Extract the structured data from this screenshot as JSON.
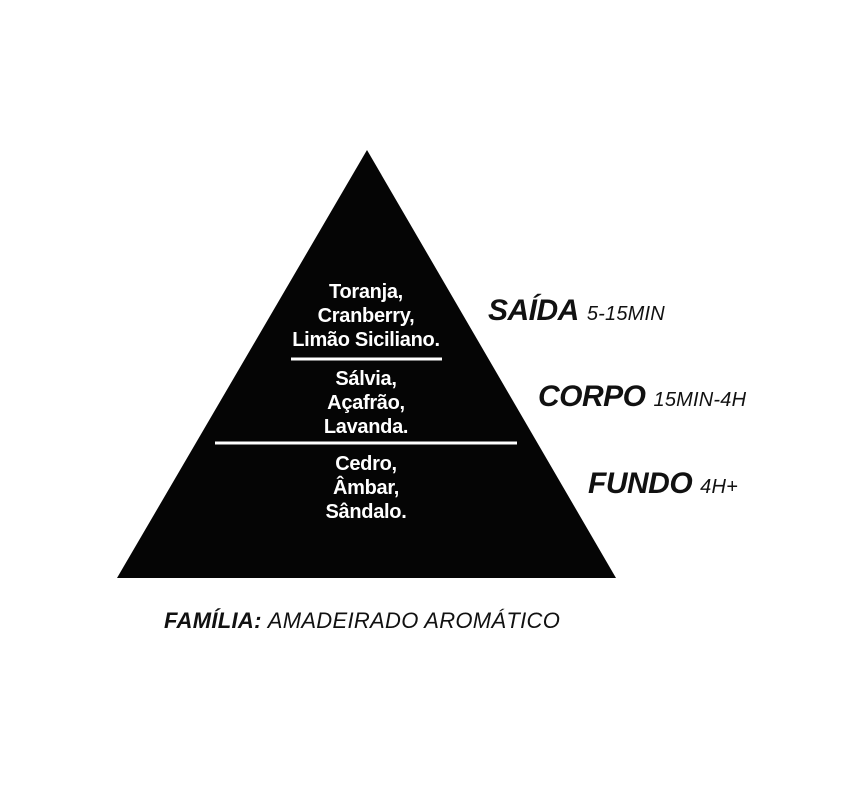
{
  "colors": {
    "pyramid_fill": "#050505",
    "divider": "#ffffff",
    "note_text": "#ffffff",
    "label_text": "#111111",
    "background": "#ffffff"
  },
  "tiers": {
    "top": {
      "label": "SAÍDA",
      "duration": "5-15MIN",
      "notes": [
        "Toranja,",
        "Cranberry,",
        "Limão Siciliano."
      ]
    },
    "middle": {
      "label": "CORPO",
      "duration": "15MIN-4H",
      "notes": [
        "Sálvia,",
        "Açafrão,",
        "Lavanda."
      ]
    },
    "bottom": {
      "label": "FUNDO",
      "duration": "4H+",
      "notes": [
        "Cedro,",
        "Âmbar,",
        "Sândalo."
      ]
    }
  },
  "family": {
    "label": "FAMÍLIA:",
    "value": "AMADEIRADO AROMÁTICO"
  }
}
